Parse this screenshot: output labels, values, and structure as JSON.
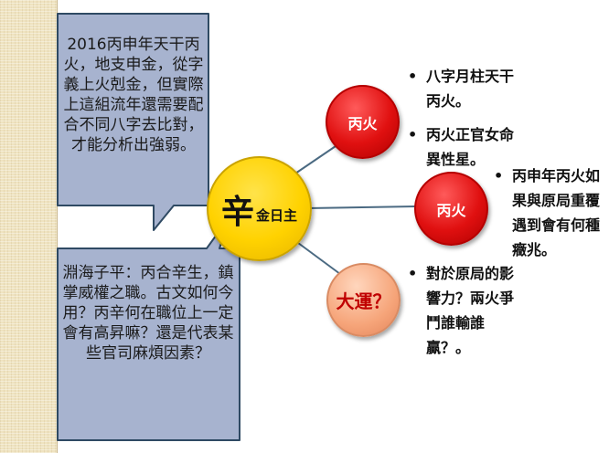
{
  "callouts": {
    "top": "2016丙申年天干丙火，地支申金，從字義上火剋金，但實際上這組流年還需要配合不同八字去比對，才能分析出強弱。",
    "bottom": "淵海子平：丙合辛生，鎮掌威權之職。古文如何今用？丙辛何在職位上一定會有高昇嘛？還是代表某些官司麻煩因素？"
  },
  "center": {
    "char": "辛",
    "label": "金日主"
  },
  "nodes": {
    "n1": "丙火",
    "n2": "丙火",
    "n3": "大運？"
  },
  "bullets": {
    "b1": "八字月柱天干丙火。",
    "b2": "丙火正官女命異性星。",
    "b3": "丙申年丙火如果與原局重覆遇到會有何種癥兆。",
    "b4": "對於原局的影響力？兩火爭鬥誰輸誰贏？。"
  },
  "colors": {
    "callout_fill": "#a7b3cf",
    "callout_border": "#2f4a63",
    "center_fill": "#ffd200",
    "red_fill": "#e01010",
    "peach_fill": "#f6a57a",
    "peach_text": "#c00000",
    "connector": "#4b6a82"
  }
}
